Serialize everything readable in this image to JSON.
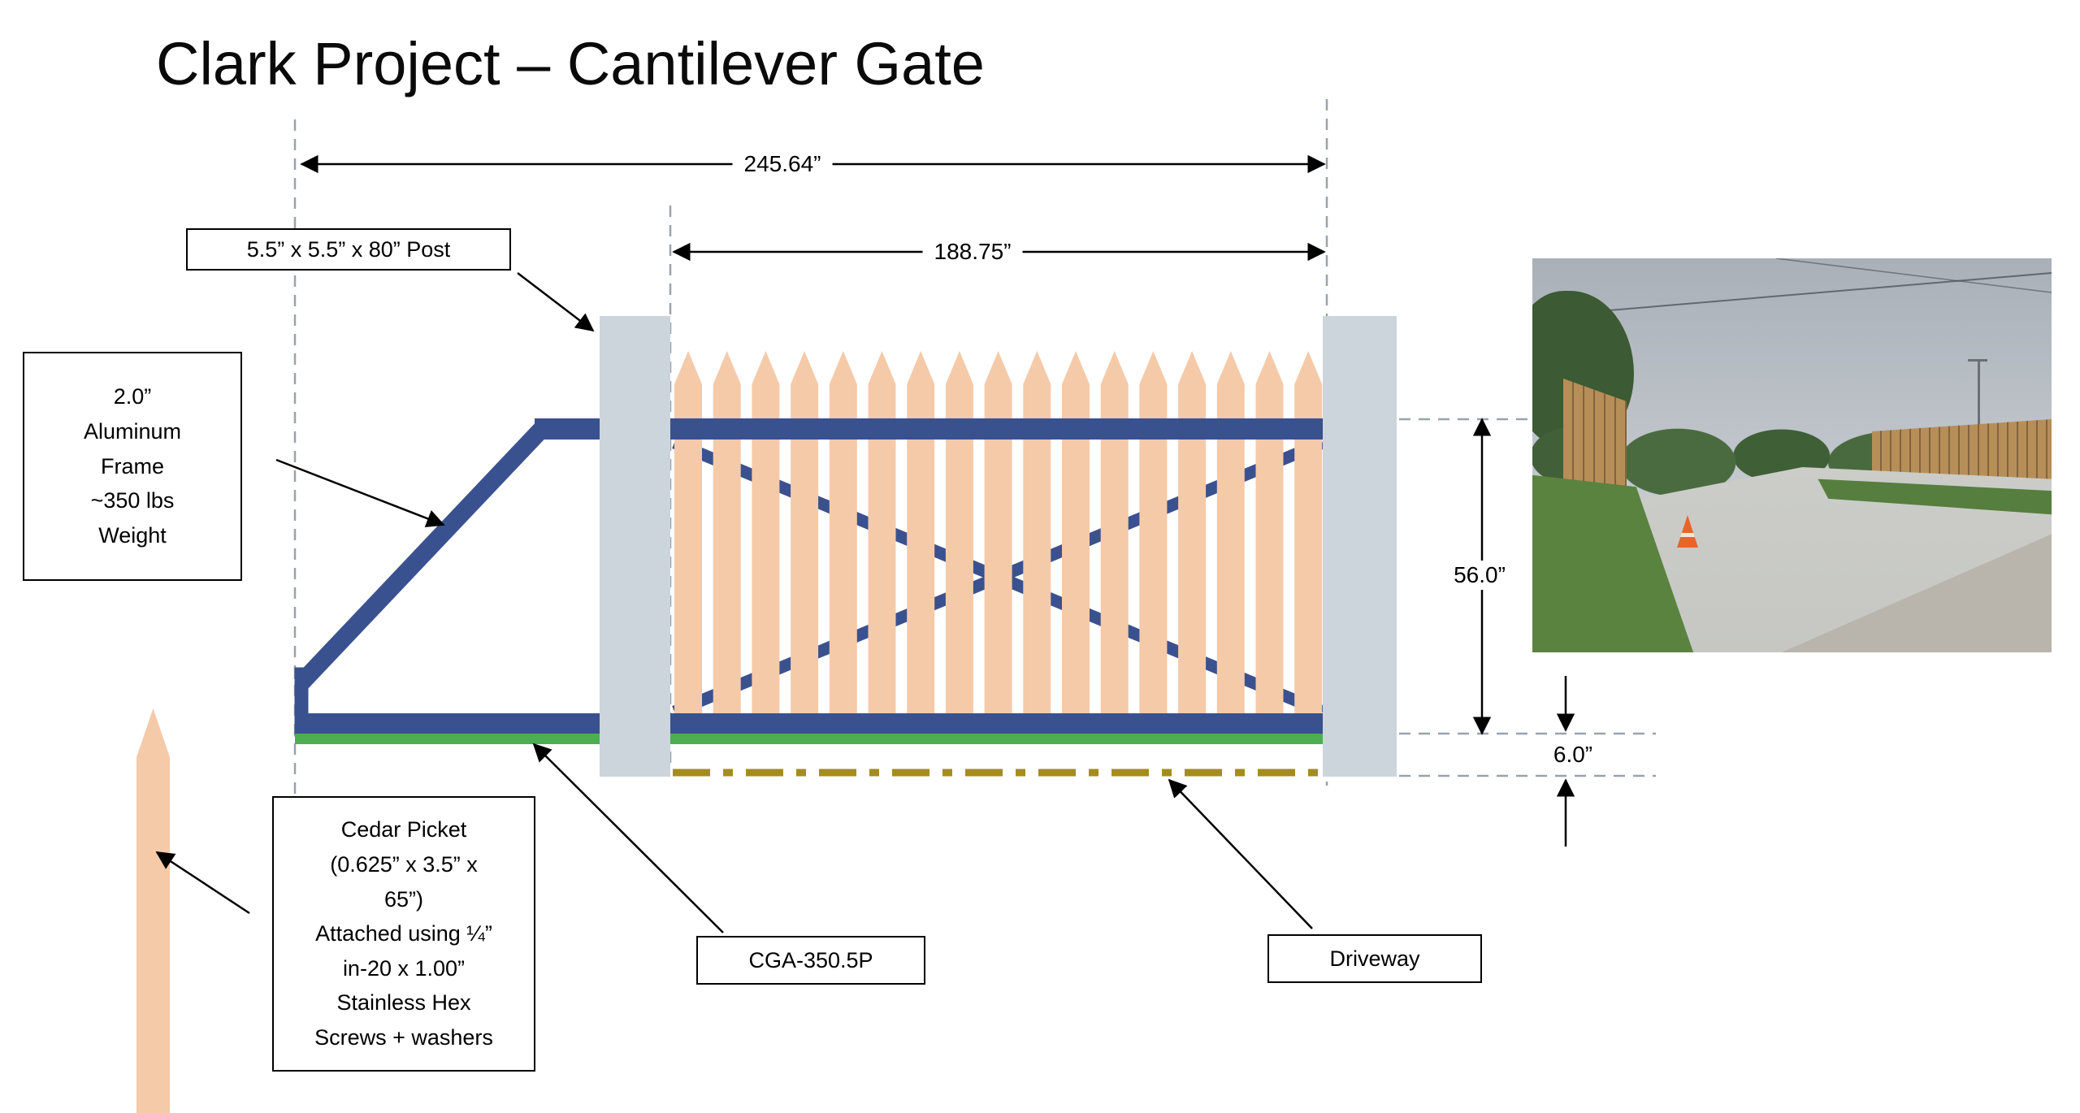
{
  "title": "Clark Project – Cantilever Gate",
  "dimensions": {
    "overall_width": "245.64”",
    "gate_width": "188.75”",
    "gate_height": "56.0”",
    "ground_gap": "6.0”"
  },
  "callouts": {
    "post": "5.5” x 5.5” x 80” Post",
    "frame": "2.0”\nAluminum\nFrame\n~350 lbs\nWeight",
    "picket": "Cedar Picket\n(0.625” x 3.5” x\n65”)\nAttached using ¼”\nin-20 x 1.00”\nStainless Hex\nScrews + washers",
    "operator": "CGA-350.5P",
    "driveway": "Driveway"
  },
  "colors": {
    "frame_blue": "#3a5190",
    "picket_tan": "#f5caa9",
    "post_gray": "#ccd4dc",
    "rail_green": "#4cae50",
    "driveway_gold": "#a58c1e"
  }
}
